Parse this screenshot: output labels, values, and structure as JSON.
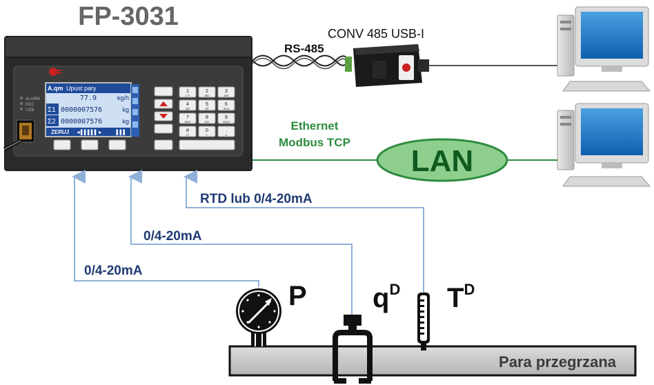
{
  "device": {
    "model": "FP-3031",
    "leds": [
      "ALARM",
      "REC",
      "USB"
    ],
    "screen": {
      "title_prefix": "A.qm",
      "title": "Upust pary",
      "flow_value": "77.9",
      "flow_unit": "kg/h",
      "total1_symbol": "Σ1",
      "total1_value": "0000007576",
      "total1_unit": "kg",
      "total2_symbol": "Σ2",
      "total2_value": "0000007576",
      "total2_unit": "kg",
      "softkey": "ZERUJ",
      "bottom_mid": "◄▌▌▌▌▌►",
      "bottom_right": "▐▐▐"
    },
    "keypad": [
      {
        "digit": "1",
        "letters": "/.?!"
      },
      {
        "digit": "2",
        "letters": "abc"
      },
      {
        "digit": "3",
        "letters": "def"
      },
      {
        "digit": "4",
        "letters": "ghi"
      },
      {
        "digit": "5",
        "letters": "jkl"
      },
      {
        "digit": "6",
        "letters": "mno"
      },
      {
        "digit": "7",
        "letters": "pqrs"
      },
      {
        "digit": "8",
        "letters": "tuv"
      },
      {
        "digit": "9",
        "letters": "wxyz"
      },
      {
        "digit": "#",
        "letters": "(‹)"
      },
      {
        "digit": "0",
        "letters": "+-"
      },
      {
        "digit": ".",
        "letters": "±"
      }
    ]
  },
  "converter": {
    "label": "CONV 485 USB-I",
    "link_label": "RS-485"
  },
  "network": {
    "protocol_line1": "Ethernet",
    "protocol_line2": "Modbus TCP",
    "lan_label": "LAN"
  },
  "signals": {
    "pressure_signal": "0/4-20mA",
    "flow_signal": "0/4-20mA",
    "temperature_signal": "RTD lub 0/4-20mA"
  },
  "sensors": {
    "pressure": "P",
    "flow": "q",
    "flow_sup": "D",
    "temperature": "T",
    "temperature_sup": "D"
  },
  "pipe": {
    "label": "Para przegrzana"
  },
  "colors": {
    "signal_line": "#8fb0d8",
    "signal_text": "#1f3a73",
    "ethernet_green": "#2e8b3e",
    "lan_fill": "#8ecf8e",
    "lan_text": "#0f5a1f",
    "pipe_fill": "#c8c8c8",
    "device_body": "#2b2b2b",
    "lcd_bg": "#cfe0f5",
    "lcd_dark": "#1e4a9a",
    "title_gray": "#666666"
  }
}
